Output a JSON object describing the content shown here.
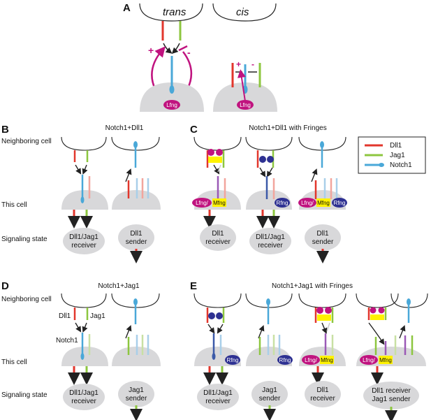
{
  "panelA": {
    "letter": "A",
    "trans": "trans",
    "cis": "cis",
    "enzyme": "Lfng",
    "plus": "+",
    "minus": "-"
  },
  "panelB": {
    "letter": "B",
    "title": "Notch1+Dll1",
    "row_neighbor": "Neighboring cell",
    "row_this": "This cell",
    "row_state": "Signaling state",
    "state1": "Dll1/Jag1",
    "state1b": "receiver",
    "state2": "Dll1",
    "state2b": "sender"
  },
  "panelC": {
    "letter": "C",
    "title": "Notch1+Dll1 with Fringes",
    "enzymes": [
      "Lfng/",
      "Mfng",
      "Rfng",
      "Lfng/",
      "Mfng",
      "Rfng"
    ],
    "state1": "Dll1",
    "state1b": "receiver",
    "state2": "Dll1/Jag1",
    "state2b": "receiver",
    "state3": "Dll1",
    "state3b": "sender"
  },
  "legend": {
    "items": [
      "Dll1",
      "Jag1",
      "Notch1"
    ],
    "colors": {
      "dll1": "#e2362c",
      "jag1": "#8dc63f",
      "notch1": "#4aa8d8"
    }
  },
  "panelD": {
    "letter": "D",
    "title": "Notch1+Jag1",
    "row_neighbor": "Neighboring cell",
    "row_this": "This cell",
    "row_state": "Signaling state",
    "lbl_dll1": "Dll1",
    "lbl_jag1": "Jag1",
    "lbl_notch1": "Notch1",
    "state1": "Dll1/Jag1",
    "state1b": "receiver",
    "state2": "Jag1",
    "state2b": "sender"
  },
  "panelE": {
    "letter": "E",
    "title": "Notch1+Jag1 with Fringes",
    "enzymes": [
      "Rfng",
      "Rfng",
      "Lfng/",
      "Mfng",
      "Lfng/",
      "Mfng"
    ],
    "state1": "Dll1/Jag1",
    "state1b": "receiver",
    "state2": "Jag1",
    "state2b": "sender",
    "state3": "Dll1",
    "state3b": "receiver",
    "state4": "Dll1 receiver",
    "state4b": "Jag1 sender"
  }
}
